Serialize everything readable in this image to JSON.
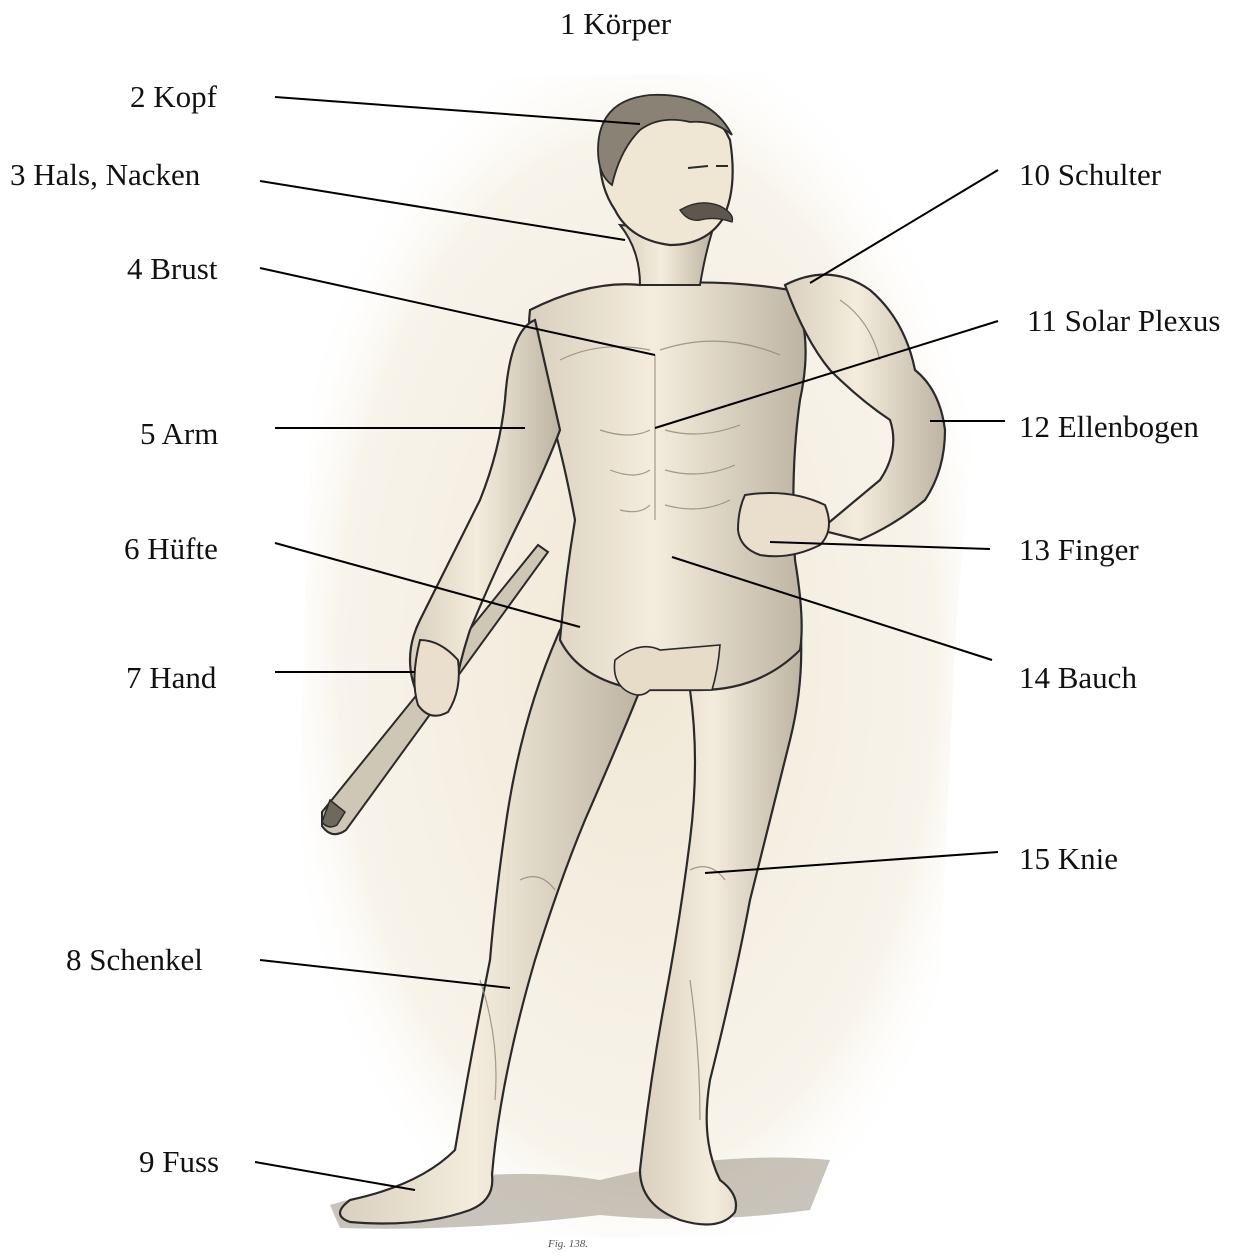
{
  "title": "1 Körper",
  "figure_caption": "Fig. 138.",
  "labels": {
    "kopf": "2 Kopf",
    "hals": "3 Hals, Nacken",
    "brust": "4 Brust",
    "arm": "5 Arm",
    "huefte": "6 Hüfte",
    "hand": "7 Hand",
    "schenkel": "8 Schenkel",
    "fuss": "9 Fuss",
    "schulter": "10 Schulter",
    "solar_plexus": "11 Solar Plexus",
    "ellenbogen": "12 Ellenbogen",
    "finger": "13 Finger",
    "bauch": "14 Bauch",
    "knie": "15 Knie"
  },
  "colors": {
    "background_tint": "#efe6d2",
    "ink": "#2a2a2a",
    "skin": "#f1e8d6",
    "shade": "#8d8576",
    "leader": "#000000"
  }
}
